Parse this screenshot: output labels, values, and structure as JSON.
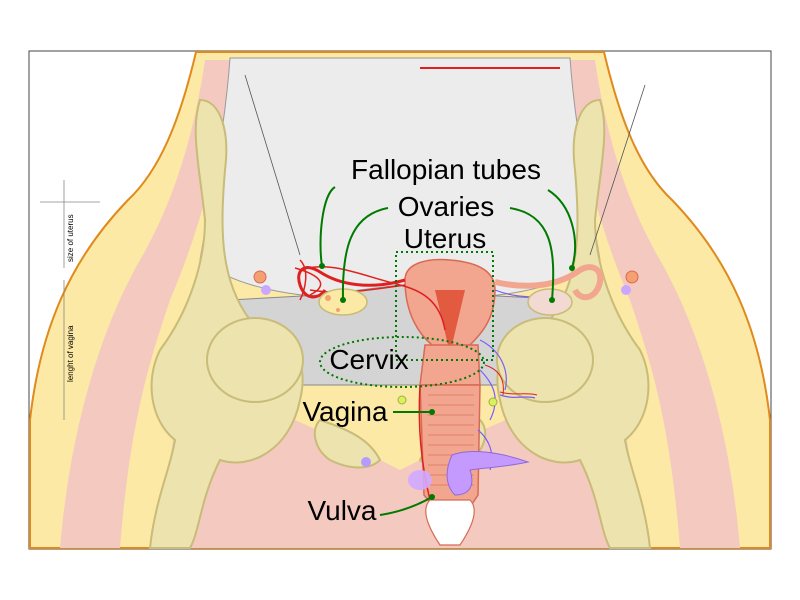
{
  "labels": {
    "fallopian_tubes": "Fallopian tubes",
    "ovaries": "Ovaries",
    "uterus": "Uterus",
    "cervix": "Cervix",
    "vagina": "Vagina",
    "vulva": "Vulva"
  },
  "side_scale": {
    "size_of_uterus": "size of uterus",
    "length_of_vagina": "lenght of vagina"
  },
  "colors": {
    "skin": "#fce9a6",
    "skin_outline": "#e08a1e",
    "bone": "#ece3ae",
    "bone_outline": "#c9bb78",
    "muscle": "#f4c9bf",
    "cavity": "#ececec",
    "peritoneum": "#d4d4d4",
    "organ": "#f2a58f",
    "organ_outline": "#d86a55",
    "leader": "#007a00",
    "artery": "#e02020",
    "vein": "#7a5cff",
    "bladder": "#c59aff"
  }
}
